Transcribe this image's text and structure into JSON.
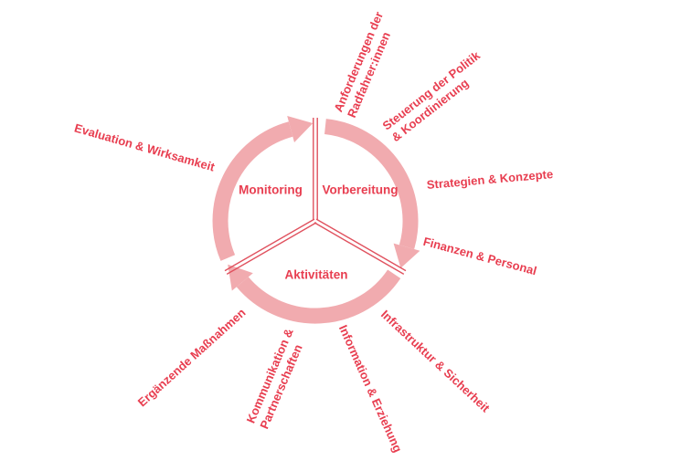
{
  "diagram": {
    "title_hint": "cycle-diagram",
    "segments": [
      {
        "label": "Monitoring"
      },
      {
        "label": "Vorbereitung"
      },
      {
        "label": "Aktivitäten"
      }
    ],
    "outer_labels": [
      {
        "lines": [
          "Evaluation & Wirksamkeit"
        ]
      },
      {
        "lines": [
          "Anforderungen der",
          "Radfahrer:innen"
        ]
      },
      {
        "lines": [
          "Steuerung der Politik",
          "& Koordinierung"
        ]
      },
      {
        "lines": [
          "Strategien & Konzepte"
        ]
      },
      {
        "lines": [
          "Finanzen & Personal"
        ]
      },
      {
        "lines": [
          "Infrastruktur & Sicherheit"
        ]
      },
      {
        "lines": [
          "Information & Erziehung"
        ]
      },
      {
        "lines": [
          "Kommunikation &",
          "Partnerschaften"
        ]
      },
      {
        "lines": [
          "Ergänzende Maßnahmen"
        ]
      }
    ],
    "colors": {
      "ring": "#f1abaf",
      "line": "#e0515e",
      "text": "#e83e50"
    }
  }
}
